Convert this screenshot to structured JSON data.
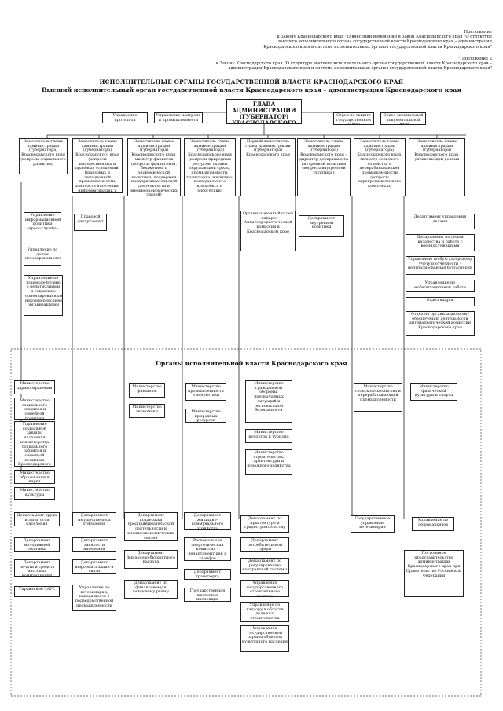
{
  "header": {
    "p1_title": "Приложение",
    "p1_lines": [
      "к Закону Краснодарского края \"О внесении изменений в Закон Краснодарского края \"О структуре",
      "высшего исполнительного органа государственной власти Краснодарского края – администрации",
      "Краснодарского края и системе исполнительных органов государственной власти Краснодарского края\""
    ],
    "p2_title": "\"Приложение 2",
    "p2_lines": [
      "к Закону Краснодарского края \"О структуре высшего исполнительного органа государственной власти Краснодарского края –",
      "администрации Краснодарского края и системе исполнительных органов государственной власти Краснодарского края\""
    ]
  },
  "title1": "ИСПОЛНИТЕЛЬНЫЕ ОРГАНЫ ГОСУДАРСТВЕННОЙ ВЛАСТИ КРАСНОДАРСКОГО КРАЯ",
  "title2": "Высший исполнительный орган государственной власти Краснодарского края – администрация Краснодарского края",
  "head": "ГЛАВА АДМИНИСТРАЦИИ (ГУБЕРНАТОР) КРАСНОДАРСКОГО КРАЯ",
  "top_units": [
    "Управление протокола",
    "Управление контроля и промышленности",
    "Отдел по защите государственной тайны",
    "Отдел специальной документальной связи"
  ],
  "deputies": [
    "Заместитель главы администрации (губернатора) Краснодарского края (вопросы социального развития)",
    "Заместитель главы администрации (губернатора) Краснодарского края (вопросы имущественных и правовых отношений, finansовых и авиационной промышленности, занятости населения, информатизации и связи)",
    "Заместитель главы администрации (губернатора) Краснодарского края, министр финансов (вопросы финансовой, бюджетной и экономической политики, поддержки предпринимательской деятельности и внешнеэкономических связей)",
    "Заместитель главы администрации (губернатора) Краснодарского края (вопросы природных ресурсов, охраны окружающей среды, промышленности, транспорта, жилищно-коммунального комплекса и энергетики)",
    "Первый заместитель главы администрации (губернатора) Краснодарского края",
    "Заместитель главы администрации (губернатора) Краснодарского края – директор департамента внутренней политики (вопросы внутренней политики)",
    "Заместитель главы администрации (губернатора) Краснодарского края, министр сельского хозяйства и перерабатывающей промышленности (вопросы агропромышленного комплекса)",
    "Заместитель главы администрации (губернатора) Краснодарского края, управляющий делами"
  ],
  "sub_left": [
    "Управление информационной политики (пресс-служба)",
    "Управление по делам несовершеннолетних",
    "Управление по взаимодействию с религиозными и социально ориентированными некоммерческими организациями"
  ],
  "legal_dept": "Правовой департамент",
  "org_dept": "Организационный отдел – аппарат Антитеррористической комиссии в Краснодарском крае",
  "inner_dept": "Департамент внутренней политики",
  "right_units": [
    "Департамент управления делами",
    "Департамент по делам казачества и работе с военнослужащими",
    "Управление по бухгалтерскому учету и отчетности – централизованная бухгалтерия",
    "Управление по мобилизационной работе",
    "Отдел кадров",
    "Отдел по организационному обеспечению деятельности антинаркотической комиссии Краснодарского края"
  ],
  "organs_title": "Органы исполнительной власти Краснодарского края",
  "min_col1": [
    "Министерство здравоохранения",
    "Министерство социального развития и семейной политики Краснодарского края",
    "Управление социальной защиты населения министерства социального развития и семейной политики Краснодарского края в муниципальных образованиях",
    "Министерство образования и науки",
    "Министерство культуры"
  ],
  "min_col3": [
    "Министерство финансов",
    "Министерство экономики"
  ],
  "min_col4": [
    "Министерство промышленности и энергетики",
    "Министерство природных ресурсов"
  ],
  "min_col5": [
    "Министерство гражданской обороны, чрезвычайных ситуаций и региональной безопасности",
    "Министерство курортов и туризма",
    "Министерство строительства, архитектуры и дорожного хозяйства"
  ],
  "min_col7": "Министерство сельского хозяйства и перерабатывающей промышленности",
  "min_col8": "Министерство физической культуры и спорта",
  "dep_col1": [
    "Департамент труда и занятости населения",
    "Департамент молодежной политики",
    "Департамент печати и средств массовых коммуникаций",
    "Управление ЗАГС"
  ],
  "dep_col2": [
    "Департамент имущественных отношений",
    "Департамент занятости населения",
    "Департамент информатизации и связи",
    "Управление по ветеринарии, находящееся в подведомственной промышленности"
  ],
  "dep_col3": [
    "Департамент поддержки предпринимательской деятельности и внешнеэкономических связей",
    "Департамент финансово-бюджетного надзора",
    "Департамент по финансовому и фондовому рынку"
  ],
  "dep_col4": [
    "Департамент жилищно-коммунального хозяйства",
    "Региональная энергетическая комиссия – департамент цен и тарифов",
    "Департамент транспорта",
    "Государственная жилищная инспекция"
  ],
  "dep_col5": [
    "Департамент по архитектуре и градостроительству",
    "Департамент потребительской сферы",
    "Департамент по регулированию контрактной системы",
    "Управление государственного строительного надзора",
    "Управление по надзору в области долевого строительства",
    "Управление государственной охраны объектов культурного наследия"
  ],
  "dep_col7": "Государственное управление ветеринарии",
  "dep_col8": [
    "Управление по делам архивов",
    "Постоянное представительство администрации Краснодарского края при Правительстве Российской Федерации"
  ]
}
